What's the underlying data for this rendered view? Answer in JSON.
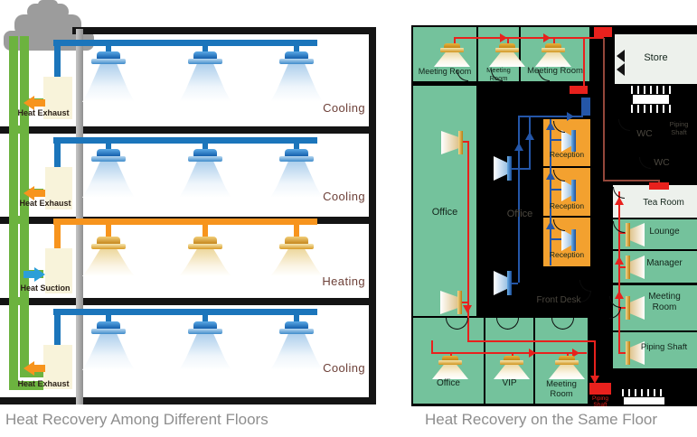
{
  "titles": {
    "left": "Heat Recovery Among Different Floors",
    "right": "Heat Recovery on the Same Floor"
  },
  "left": {
    "floors": [
      {
        "mode": "Cooling",
        "unit_label": "Heat Exhaust"
      },
      {
        "mode": "Cooling",
        "unit_label": "Heat Exhaust"
      },
      {
        "mode": "Heating",
        "unit_label": "Heat Suction"
      },
      {
        "mode": "Cooling",
        "unit_label": "Heat Exhaust"
      }
    ],
    "colors": {
      "cooling_pipe": "#1b75bb",
      "heating_pipe": "#f7941d",
      "water_loop_pipe": "#6cb33f",
      "unit_box": "#f8f3da",
      "exhaust_arrow": "#f7941d",
      "suction_arrow": "#2b9fd8"
    }
  },
  "plan": {
    "labels": {
      "meeting_room": "Meeting Room",
      "office": "Office",
      "reception": "Reception",
      "front_desk": "Front Desk",
      "store": "Store",
      "wc": "WC",
      "piping_shaft": "Piping Shaft",
      "tea_room": "Tea Room",
      "lounge": "Lounge",
      "manager": "Manager",
      "vip": "VIP"
    },
    "colors": {
      "room_green": "#74c29c",
      "room_orange": "#f3a12f",
      "room_gray": "#edf1ec",
      "heating_pipe_red": "#e8211d",
      "trunk_pipe_brown": "#94473a",
      "cooling_pipe_blue": "#2456a8",
      "background": "#000000"
    }
  }
}
